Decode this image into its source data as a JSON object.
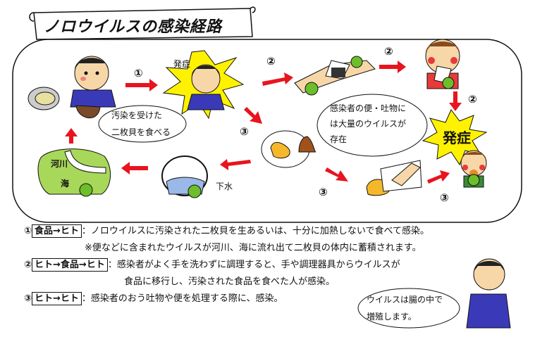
{
  "title": "ノロウイルスの感染経路",
  "labels": {
    "onset_top": "発症",
    "onset_big": "発症",
    "river": "河川",
    "sea": "海",
    "sewage": "下水"
  },
  "numbers": {
    "n1": "①",
    "n2a": "②",
    "n2b": "②",
    "n2c": "②",
    "n3a": "③",
    "n3b": "③",
    "n3c": "③"
  },
  "bubbles": {
    "eat_line1": "汚染を受けた",
    "eat_line2": "二枚貝を食べる",
    "excreta_line1": "感染者の便・吐物に",
    "excreta_line2": "は大量のウイルスが",
    "excreta_line3": "存在",
    "intestine_line1": "ウイルスは腸の中で",
    "intestine_line2": "増殖します。"
  },
  "legend": {
    "r1_num": "①",
    "r1_tag": "食品→ヒト",
    "r1_text": "：ノロウイルスに汚染された二枚貝を生あるいは、十分に加熱しないで食べて感染。",
    "r1_note": "※便などに含まれたウイルスが河川、海に流れ出て二枚貝の体内に蓄積されます。",
    "r2_num": "②",
    "r2_tag": "ヒト→食品→ヒト",
    "r2_text": "：感染者がよく手を洗わずに調理すると、手や調理器具からウイルスが",
    "r2_text2": "食品に移行し、汚染された食品を食べた人が感染。",
    "r3_num": "③",
    "r3_tag": "ヒト→ヒト",
    "r3_text": "：感染者のおう吐物や便を処理する際に、感染。"
  },
  "colors": {
    "arrow": "#e8141e",
    "burst": "#fff200",
    "virus": "#6cbf2a",
    "skin": "#f7d7a8",
    "river": "#a8d85a"
  }
}
